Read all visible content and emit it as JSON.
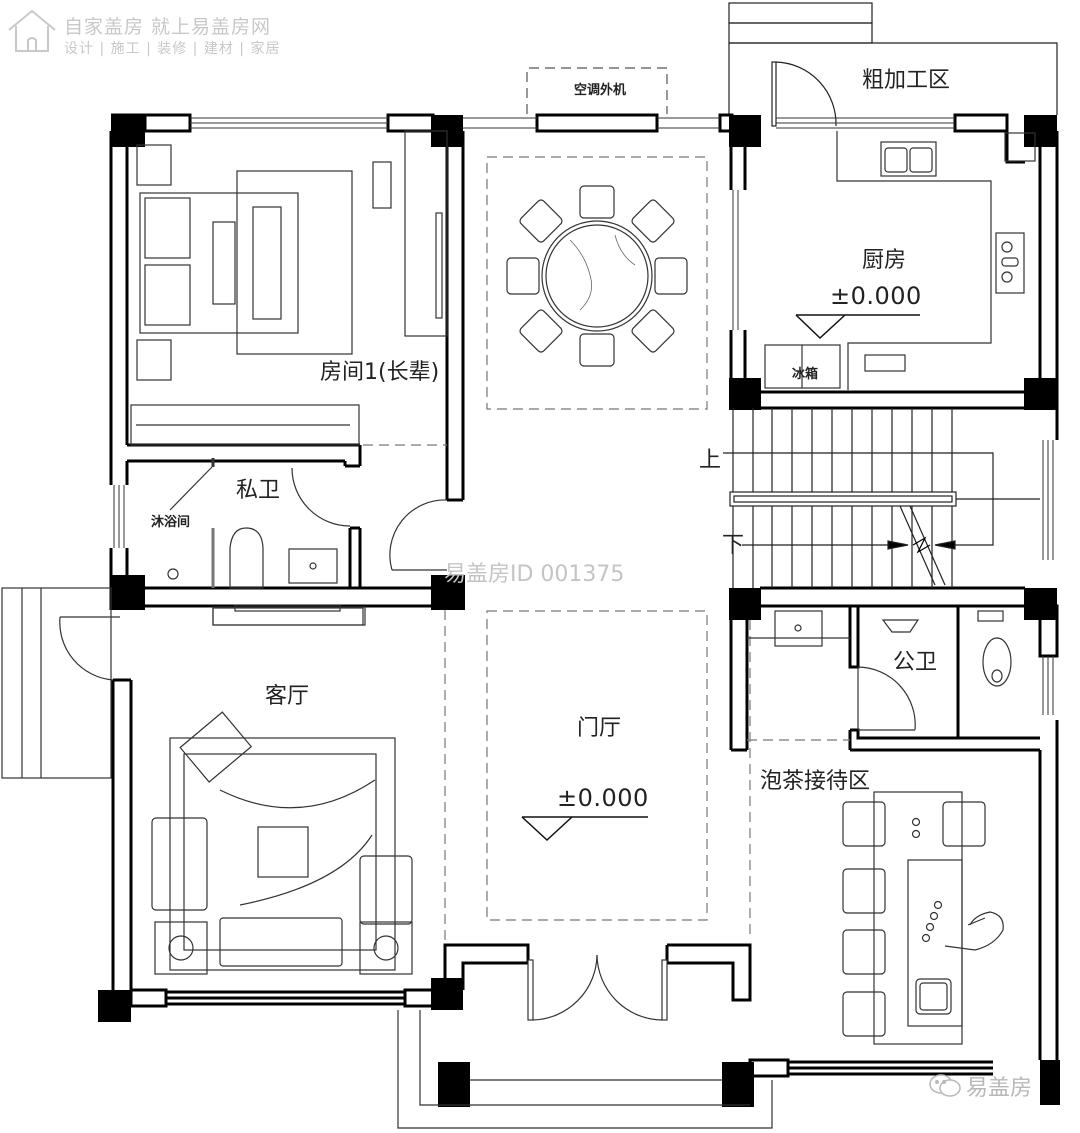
{
  "watermark_top": {
    "line1": "自家盖房 就上易盖房网",
    "line2": "设计 | 施工 | 装修 | 建材 | 家居",
    "logo_icon": "house-logo-icon"
  },
  "watermark_center": "易盖房ID 001375",
  "watermark_bottom": {
    "icon": "wechat-icon",
    "text": "易盖房"
  },
  "rooms": {
    "ac_unit": "空调外机",
    "rough_processing": "粗加工区",
    "kitchen": "厨房",
    "kitchen_elevation": "±0.000",
    "fridge": "冰箱",
    "bedroom1": "房间1(长辈)",
    "private_bath": "私卫",
    "shower": "沐浴间",
    "living_room": "客厅",
    "foyer": "门厅",
    "foyer_elevation": "±0.000",
    "public_bath": "公卫",
    "tea_area": "泡茶接待区"
  },
  "stairs": {
    "up": "上",
    "down": "下"
  },
  "colors": {
    "wall": "#000000",
    "line": "#222222",
    "thin": "#555555",
    "dash": "#777777",
    "watermark": "#c4c4c4"
  }
}
